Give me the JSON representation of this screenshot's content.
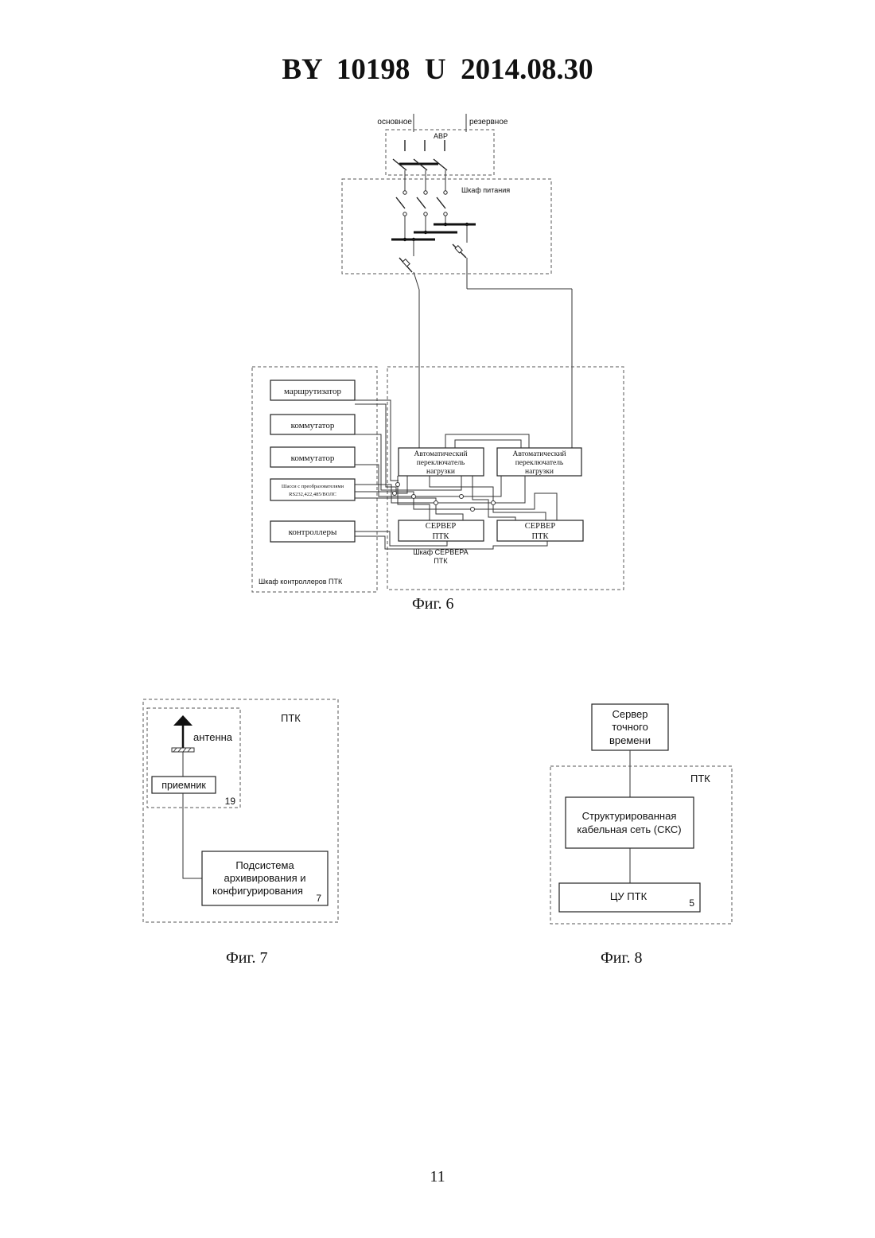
{
  "header": "BY  10198  U  2014.08.30",
  "fig6": {
    "caption": "Фиг. 6",
    "input_main": "основное",
    "input_reserve": "резервное",
    "avr": "АВР",
    "power_cabinet": "Шкаф питания",
    "router": "маршрутизатор",
    "switch1": "коммутатор",
    "switch2": "коммутатор",
    "chassis_line1": "Шасси с преобразователями",
    "chassis_line2": "RS232,422,485/ВОЛС",
    "controllers": "контроллеры",
    "controllers_cabinet": "Шкаф  контроллеров ПТК",
    "ats": [
      "Автоматический",
      "переключатель",
      "нагрузки"
    ],
    "server": [
      "СЕРВЕР",
      "ПТК"
    ],
    "server_cabinet": [
      "Шкаф СЕРВЕРА",
      "ПТК"
    ]
  },
  "fig7": {
    "caption": "Фиг. 7",
    "ptk": "ПТК",
    "antenna": "антенна",
    "receiver": "приемник",
    "num19": "19",
    "archive": [
      "Подсистема",
      "архивирования и",
      "конфигурирования"
    ],
    "num7": "7"
  },
  "fig8": {
    "caption": "Фиг. 8",
    "time_server": [
      "Сервер",
      "точного",
      "времени"
    ],
    "ptk": "ПТК",
    "sks": [
      "Структурированная",
      "кабельная сеть (СКС)"
    ],
    "cu": "ЦУ ПТК",
    "num5": "5"
  },
  "page_number": "11"
}
